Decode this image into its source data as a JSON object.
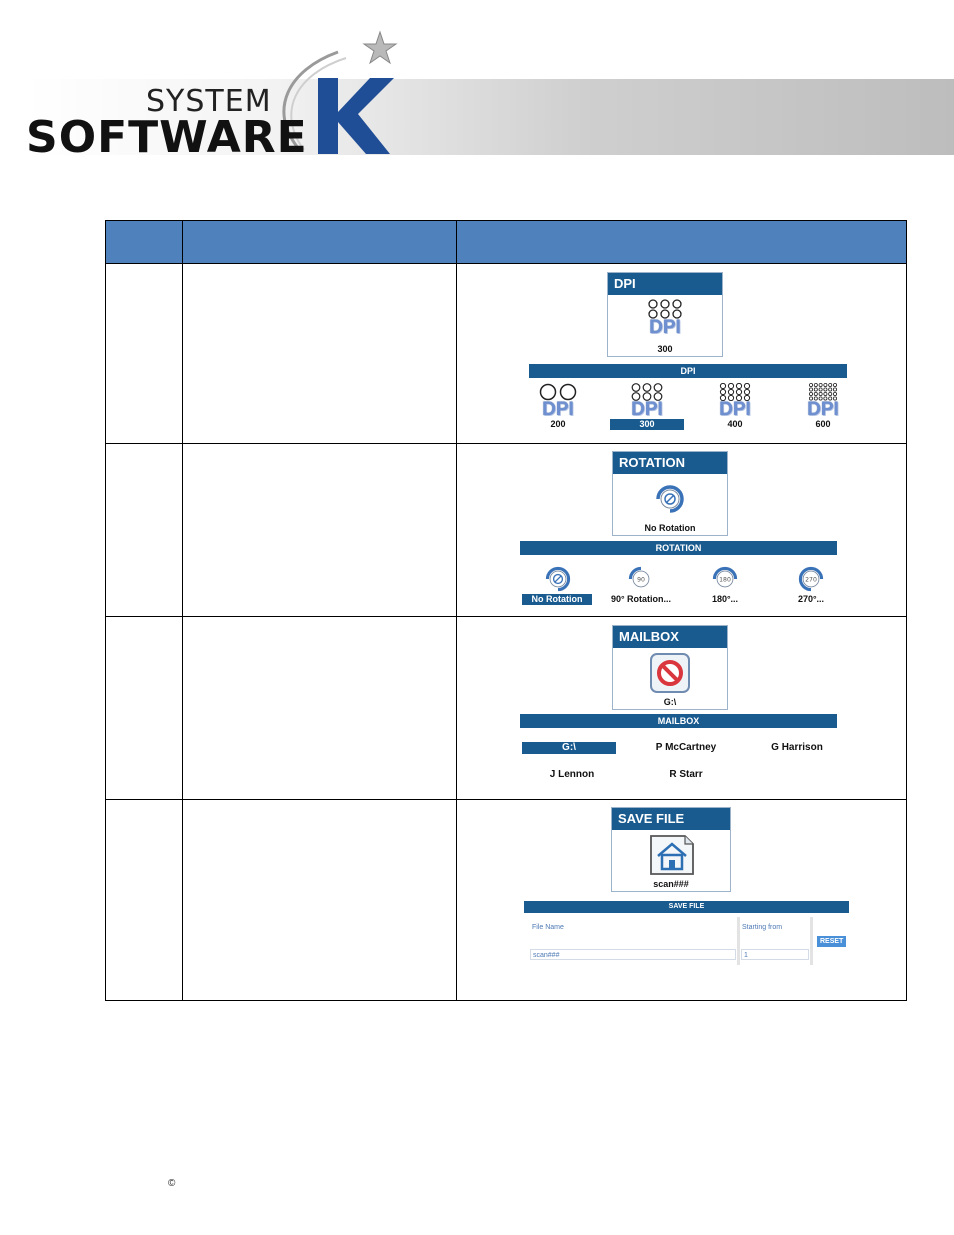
{
  "brand": {
    "system": "SYSTEM",
    "software": "SOFTWARE",
    "k": "K"
  },
  "colors": {
    "table_header": "#4f81bd",
    "widget_blue": "#1a5b8f",
    "reset_button": "#4a90d9"
  },
  "rows": {
    "dpi": {
      "tile_title": "DPI",
      "tile_value": "300",
      "bar_label": "DPI",
      "icon_word": "DPI",
      "options": [
        {
          "label": "200",
          "selected": false
        },
        {
          "label": "300",
          "selected": true
        },
        {
          "label": "400",
          "selected": false
        },
        {
          "label": "600",
          "selected": false
        }
      ]
    },
    "rotation": {
      "tile_title": "ROTATION",
      "tile_value": "No Rotation",
      "bar_label": "ROTATION",
      "options": [
        {
          "label": "No Rotation",
          "badge": "",
          "selected": true
        },
        {
          "label": "90° Rotation...",
          "badge": "90",
          "selected": false
        },
        {
          "label": "180°...",
          "badge": "180",
          "selected": false
        },
        {
          "label": "270°...",
          "badge": "270",
          "selected": false
        }
      ]
    },
    "mailbox": {
      "tile_title": "MAILBOX",
      "tile_value": "G:\\",
      "bar_label": "MAILBOX",
      "items": [
        {
          "label": "G:\\",
          "selected": true
        },
        {
          "label": "P McCartney",
          "selected": false
        },
        {
          "label": "G Harrison",
          "selected": false
        },
        {
          "label": "J Lennon",
          "selected": false
        },
        {
          "label": "R Starr",
          "selected": false
        }
      ]
    },
    "save_file": {
      "tile_title": "SAVE FILE",
      "tile_value": "scan###",
      "bar_label": "SAVE FILE",
      "file_name_label": "File Name",
      "file_name_value": "scan###",
      "starting_from_label": "Starting from",
      "starting_from_value": "1",
      "reset_label": "RESET"
    }
  },
  "footer": {
    "copyright_symbol": "©"
  },
  "icons": [
    "star-icon",
    "swoosh-icon",
    "dots-icon",
    "rotation-icon",
    "no-entry-icon",
    "home-file-icon"
  ]
}
